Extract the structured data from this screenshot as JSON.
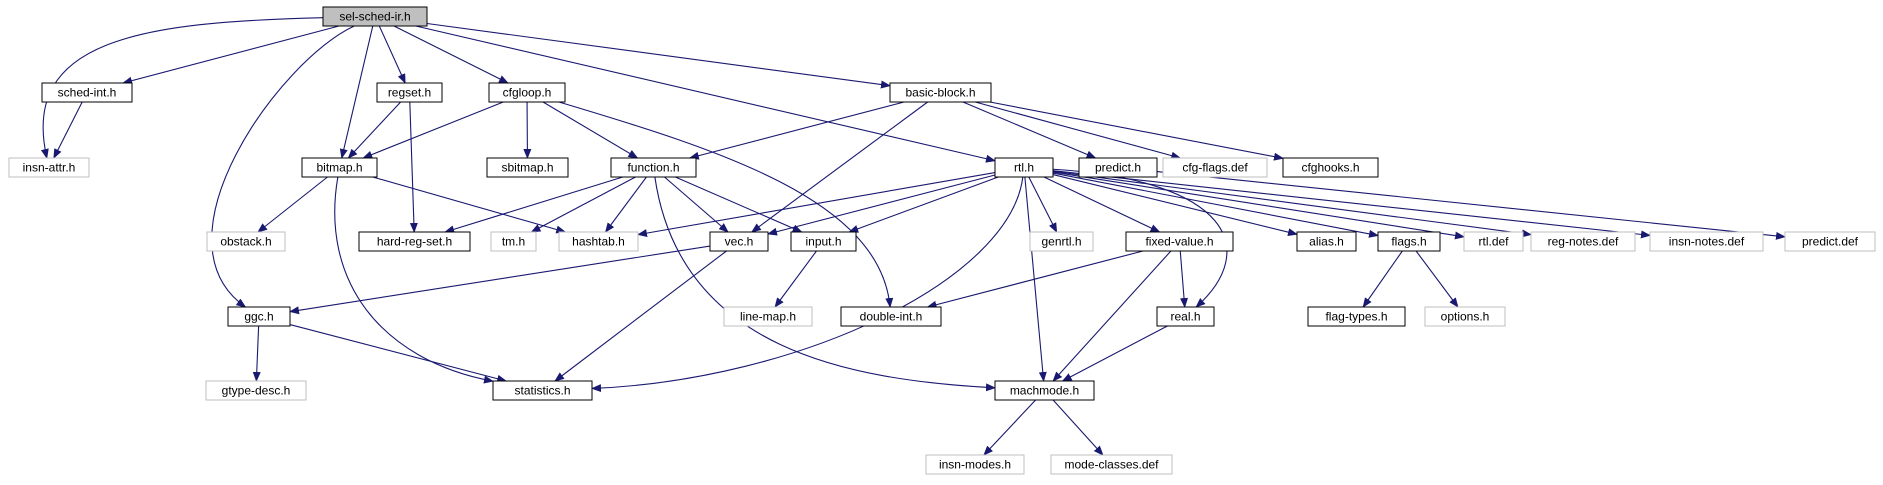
{
  "diagram": {
    "type": "include-dependency-graph",
    "colors": {
      "edge": "#191970",
      "root_fill": "#bfbfbf",
      "documented_border": "#000000",
      "undocumented_border": "#bfbfbf",
      "text": "#000000"
    },
    "nodes": [
      {
        "id": "sel-sched-ir",
        "label": "sel-sched-ir.h",
        "style": "root"
      },
      {
        "id": "sched-int",
        "label": "sched-int.h",
        "style": "documented"
      },
      {
        "id": "regset",
        "label": "regset.h",
        "style": "documented"
      },
      {
        "id": "cfgloop",
        "label": "cfgloop.h",
        "style": "documented"
      },
      {
        "id": "basic-block",
        "label": "basic-block.h",
        "style": "documented"
      },
      {
        "id": "insn-attr",
        "label": "insn-attr.h",
        "style": "undocumented"
      },
      {
        "id": "bitmap",
        "label": "bitmap.h",
        "style": "documented"
      },
      {
        "id": "sbitmap",
        "label": "sbitmap.h",
        "style": "documented"
      },
      {
        "id": "function",
        "label": "function.h",
        "style": "documented"
      },
      {
        "id": "rtl",
        "label": "rtl.h",
        "style": "documented"
      },
      {
        "id": "predict",
        "label": "predict.h",
        "style": "documented"
      },
      {
        "id": "cfg-flags",
        "label": "cfg-flags.def",
        "style": "undocumented"
      },
      {
        "id": "cfghooks",
        "label": "cfghooks.h",
        "style": "documented"
      },
      {
        "id": "obstack",
        "label": "obstack.h",
        "style": "undocumented"
      },
      {
        "id": "hard-reg-set",
        "label": "hard-reg-set.h",
        "style": "documented"
      },
      {
        "id": "tm",
        "label": "tm.h",
        "style": "undocumented"
      },
      {
        "id": "hashtab",
        "label": "hashtab.h",
        "style": "undocumented"
      },
      {
        "id": "vec",
        "label": "vec.h",
        "style": "documented"
      },
      {
        "id": "input",
        "label": "input.h",
        "style": "documented"
      },
      {
        "id": "genrtl",
        "label": "genrtl.h",
        "style": "undocumented"
      },
      {
        "id": "fixed-value",
        "label": "fixed-value.h",
        "style": "documented"
      },
      {
        "id": "alias",
        "label": "alias.h",
        "style": "documented"
      },
      {
        "id": "flags",
        "label": "flags.h",
        "style": "documented"
      },
      {
        "id": "rtl-def",
        "label": "rtl.def",
        "style": "undocumented"
      },
      {
        "id": "reg-notes",
        "label": "reg-notes.def",
        "style": "undocumented"
      },
      {
        "id": "insn-notes",
        "label": "insn-notes.def",
        "style": "undocumented"
      },
      {
        "id": "predict-def",
        "label": "predict.def",
        "style": "undocumented"
      },
      {
        "id": "ggc",
        "label": "ggc.h",
        "style": "documented"
      },
      {
        "id": "line-map",
        "label": "line-map.h",
        "style": "undocumented"
      },
      {
        "id": "double-int",
        "label": "double-int.h",
        "style": "documented"
      },
      {
        "id": "real",
        "label": "real.h",
        "style": "documented"
      },
      {
        "id": "flag-types",
        "label": "flag-types.h",
        "style": "documented"
      },
      {
        "id": "options",
        "label": "options.h",
        "style": "undocumented"
      },
      {
        "id": "gtype-desc",
        "label": "gtype-desc.h",
        "style": "undocumented"
      },
      {
        "id": "statistics",
        "label": "statistics.h",
        "style": "documented"
      },
      {
        "id": "machmode",
        "label": "machmode.h",
        "style": "documented"
      },
      {
        "id": "insn-modes",
        "label": "insn-modes.h",
        "style": "undocumented"
      },
      {
        "id": "mode-classes",
        "label": "mode-classes.def",
        "style": "undocumented"
      }
    ],
    "edges": [
      {
        "from": "sel-sched-ir",
        "to": "insn-attr"
      },
      {
        "from": "sel-sched-ir",
        "to": "sched-int"
      },
      {
        "from": "sel-sched-ir",
        "to": "bitmap"
      },
      {
        "from": "sel-sched-ir",
        "to": "regset"
      },
      {
        "from": "sel-sched-ir",
        "to": "cfgloop"
      },
      {
        "from": "sel-sched-ir",
        "to": "basic-block"
      },
      {
        "from": "sel-sched-ir",
        "to": "rtl"
      },
      {
        "from": "sel-sched-ir",
        "to": "ggc"
      },
      {
        "from": "sched-int",
        "to": "insn-attr"
      },
      {
        "from": "regset",
        "to": "bitmap"
      },
      {
        "from": "regset",
        "to": "hard-reg-set"
      },
      {
        "from": "cfgloop",
        "to": "bitmap"
      },
      {
        "from": "cfgloop",
        "to": "sbitmap"
      },
      {
        "from": "cfgloop",
        "to": "function"
      },
      {
        "from": "cfgloop",
        "to": "double-int"
      },
      {
        "from": "basic-block",
        "to": "function"
      },
      {
        "from": "basic-block",
        "to": "vec"
      },
      {
        "from": "basic-block",
        "to": "predict"
      },
      {
        "from": "basic-block",
        "to": "cfg-flags"
      },
      {
        "from": "basic-block",
        "to": "cfghooks"
      },
      {
        "from": "bitmap",
        "to": "obstack"
      },
      {
        "from": "bitmap",
        "to": "hashtab"
      },
      {
        "from": "bitmap",
        "to": "statistics"
      },
      {
        "from": "function",
        "to": "hard-reg-set"
      },
      {
        "from": "function",
        "to": "tm"
      },
      {
        "from": "function",
        "to": "hashtab"
      },
      {
        "from": "function",
        "to": "vec"
      },
      {
        "from": "function",
        "to": "input"
      },
      {
        "from": "function",
        "to": "machmode"
      },
      {
        "from": "rtl",
        "to": "hashtab"
      },
      {
        "from": "rtl",
        "to": "vec"
      },
      {
        "from": "rtl",
        "to": "input"
      },
      {
        "from": "rtl",
        "to": "genrtl"
      },
      {
        "from": "rtl",
        "to": "fixed-value"
      },
      {
        "from": "rtl",
        "to": "alias"
      },
      {
        "from": "rtl",
        "to": "flags"
      },
      {
        "from": "rtl",
        "to": "rtl-def"
      },
      {
        "from": "rtl",
        "to": "reg-notes"
      },
      {
        "from": "rtl",
        "to": "insn-notes"
      },
      {
        "from": "rtl",
        "to": "real"
      },
      {
        "from": "rtl",
        "to": "statistics"
      },
      {
        "from": "rtl",
        "to": "machmode"
      },
      {
        "from": "predict",
        "to": "predict-def"
      },
      {
        "from": "vec",
        "to": "ggc"
      },
      {
        "from": "vec",
        "to": "statistics"
      },
      {
        "from": "input",
        "to": "line-map"
      },
      {
        "from": "fixed-value",
        "to": "double-int"
      },
      {
        "from": "fixed-value",
        "to": "real"
      },
      {
        "from": "fixed-value",
        "to": "machmode"
      },
      {
        "from": "flags",
        "to": "flag-types"
      },
      {
        "from": "flags",
        "to": "options"
      },
      {
        "from": "ggc",
        "to": "gtype-desc"
      },
      {
        "from": "ggc",
        "to": "statistics"
      },
      {
        "from": "real",
        "to": "machmode"
      },
      {
        "from": "machmode",
        "to": "insn-modes"
      },
      {
        "from": "machmode",
        "to": "mode-classes"
      }
    ]
  }
}
